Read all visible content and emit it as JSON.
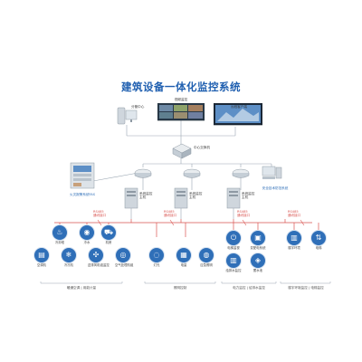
{
  "title": "建筑设备一体化监控系统",
  "top": {
    "mgmt_center": "分管中心",
    "video_wall": "视频监控",
    "remote_client": "远程客户端",
    "central_switch": "中心交换机"
  },
  "fire": {
    "label": "火灾报警系统FAS"
  },
  "security": {
    "label": "安全技术防范系统"
  },
  "hosts": [
    {
      "label": "系统监控主机"
    },
    {
      "label": "系统监控主机"
    },
    {
      "label": "系统监控主机"
    }
  ],
  "rs485": [
    {
      "line1": "RS485",
      "line2": "通讯接口"
    },
    {
      "line1": "RS485",
      "line2": "通讯接口"
    },
    {
      "line1": "RS485",
      "line2": "通讯接口"
    },
    {
      "line1": "RS485",
      "line2": "通讯接口"
    }
  ],
  "devices": [
    {
      "icon": "water-pump-icon",
      "label": "冷却塔",
      "row": 1
    },
    {
      "icon": "water-meter-icon",
      "label": "冷水",
      "row": 1
    },
    {
      "icon": "car-icon",
      "label": "机房",
      "row": 1
    },
    {
      "icon": "air-handler-icon",
      "label": "空调机",
      "row": 2
    },
    {
      "icon": "snowflake-icon",
      "label": "冷冻机",
      "row": 2
    },
    {
      "icon": "fan-icon",
      "label": "送排风机组监控",
      "row": 2
    },
    {
      "icon": "pressure-icon",
      "label": "空气处理机组",
      "row": 2
    },
    {
      "icon": "bulb-icon",
      "label": "灯光",
      "row": 2
    },
    {
      "icon": "meter-icon",
      "label": "电量",
      "row": 2
    },
    {
      "icon": "signal-icon",
      "label": "应急照明",
      "row": 2
    },
    {
      "icon": "power-icon",
      "label": "电梯监视",
      "row": 1
    },
    {
      "icon": "ups-icon",
      "label": "变配电系统",
      "row": 1
    },
    {
      "icon": "tank-icon",
      "label": "给排水监控",
      "row": 2
    },
    {
      "icon": "drop-icon",
      "label": "蓄水池",
      "row": 2
    },
    {
      "icon": "building-icon",
      "label": "楼宇环境",
      "row": 1
    },
    {
      "icon": "elevator-icon",
      "label": "电梯",
      "row": 1
    }
  ],
  "groups": [
    {
      "label": "暖通空调 | 用能计量"
    },
    {
      "label": "照明控制"
    },
    {
      "label": "电力监控 | 给排水监控"
    },
    {
      "label": "楼宇环境监控 | 电梯监控"
    }
  ],
  "colors": {
    "title": "#1f5fb0",
    "line": "#9aa6b2",
    "bus": "#d9534f",
    "icon": "#2f6fb8"
  }
}
